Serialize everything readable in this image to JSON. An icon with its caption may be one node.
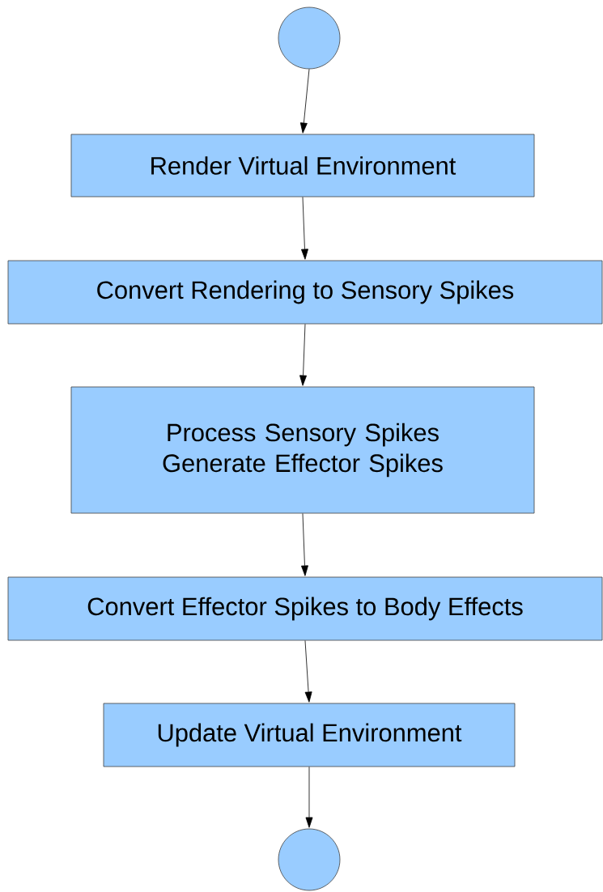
{
  "diagram": {
    "nodes": [
      {
        "text": [],
        "shape": "circle"
      },
      {
        "text": [
          "Render Virtual Environment"
        ]
      },
      {
        "text": [
          "Convert Rendering to Sensory Spikes"
        ]
      },
      {
        "text": [
          "Process Sensory Spikes Generate Effector Spikes"
        ]
      },
      {
        "text": [
          "Convert Effector Spikes to Body Effects"
        ]
      },
      {
        "text": [
          "Update Virtual Environment"
        ]
      },
      {
        "text": [],
        "shape": "circle"
      }
    ],
    "edges": [
      {
        "from": 0,
        "to": 1,
        "arrow": "to"
      },
      {
        "from": 1,
        "to": 2,
        "arrow": "to"
      },
      {
        "from": 2,
        "to": 3,
        "arrow": "to"
      },
      {
        "from": 3,
        "to": 4,
        "arrow": "to"
      },
      {
        "from": 4,
        "to": 5,
        "arrow": "to"
      },
      {
        "from": 5,
        "to": 6,
        "arrow": "to"
      }
    ]
  }
}
